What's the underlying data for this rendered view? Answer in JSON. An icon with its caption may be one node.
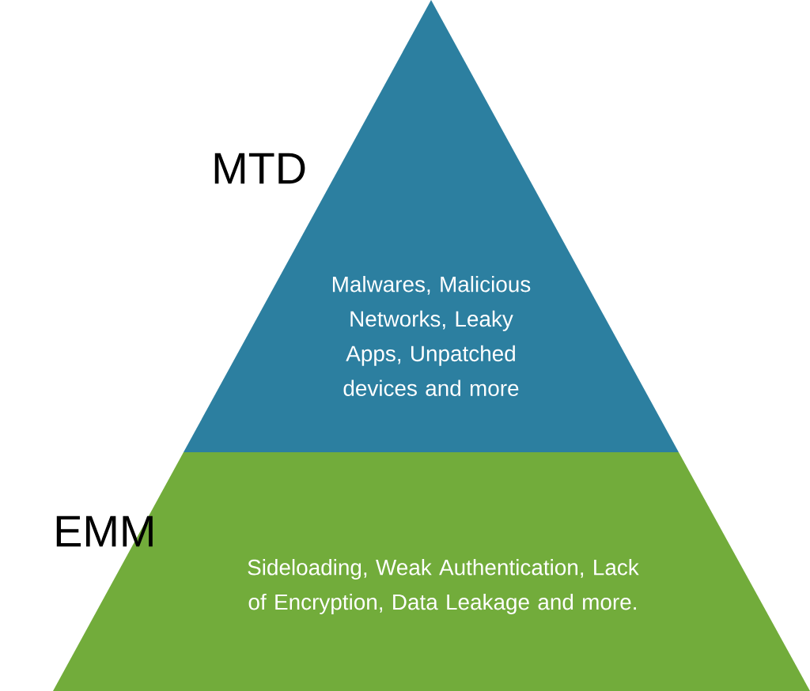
{
  "diagram": {
    "nodes": [
      {
        "text": [
          "MTD",
          "Malwares, Malicious Networks, Leaky Apps, Unpatched devices and more"
        ]
      },
      {
        "text": [
          "EMM",
          "Sideloading, Weak Authentication, Lack of Encryption, Data Leakage and more."
        ]
      }
    ]
  }
}
